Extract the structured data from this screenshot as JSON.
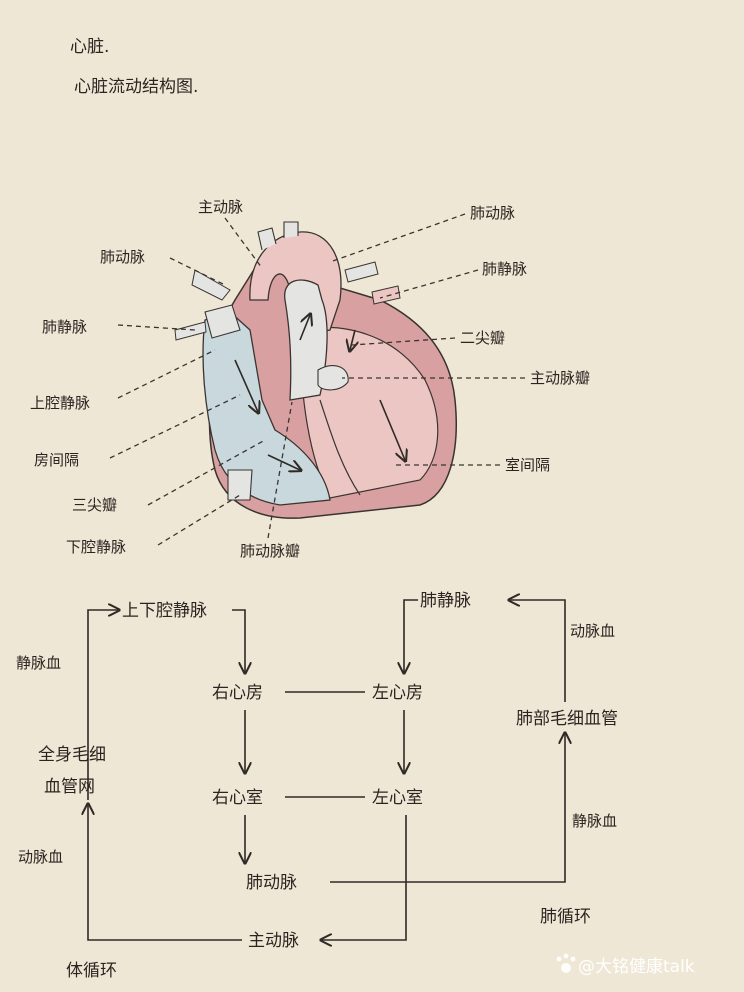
{
  "title": {
    "line1": "心脏.",
    "line2": "心脏流动结构图."
  },
  "heart_labels": {
    "aorta_top": "主动脉",
    "pulm_artery_left": "肺动脉",
    "pulm_vein_left": "肺静脉",
    "superior_vena_cava": "上腔静脉",
    "atrial_septum": "房间隔",
    "tricuspid_valve": "三尖瓣",
    "inferior_vena_cava": "下腔静脉",
    "pulm_valve": "肺动脉瓣",
    "pulm_artery_right": "肺动脉",
    "pulm_vein_right": "肺静脉",
    "mitral_valve": "二尖瓣",
    "aortic_valve": "主动脉瓣",
    "ventricular_septum": "室间隔"
  },
  "circulation": {
    "vena_cavae": "上下腔静脉",
    "right_atrium": "右心房",
    "left_atrium": "左心房",
    "right_ventricle": "右心室",
    "left_ventricle": "左心室",
    "pulmonary_artery": "肺动脉",
    "aorta": "主动脉",
    "pulmonary_vein": "肺静脉",
    "lung_capillaries": "肺部毛细血管",
    "body_capillaries_1": "全身毛细",
    "body_capillaries_2": "血管网",
    "venous_blood_left": "静脉血",
    "arterial_blood_left": "动脉血",
    "arterial_blood_right": "动脉血",
    "venous_blood_right": "静脉血",
    "pulmonary_circulation": "肺循环",
    "systemic_circulation": "体循环"
  },
  "watermark": "@大铭健康talk",
  "colors": {
    "paper": "#efe7d6",
    "right_heart_blue": "#c9d8dc",
    "left_heart_pink": "#ecc6c3",
    "myocardium_red": "#d9a0a2",
    "vessel_gray": "#e4e4e2"
  }
}
